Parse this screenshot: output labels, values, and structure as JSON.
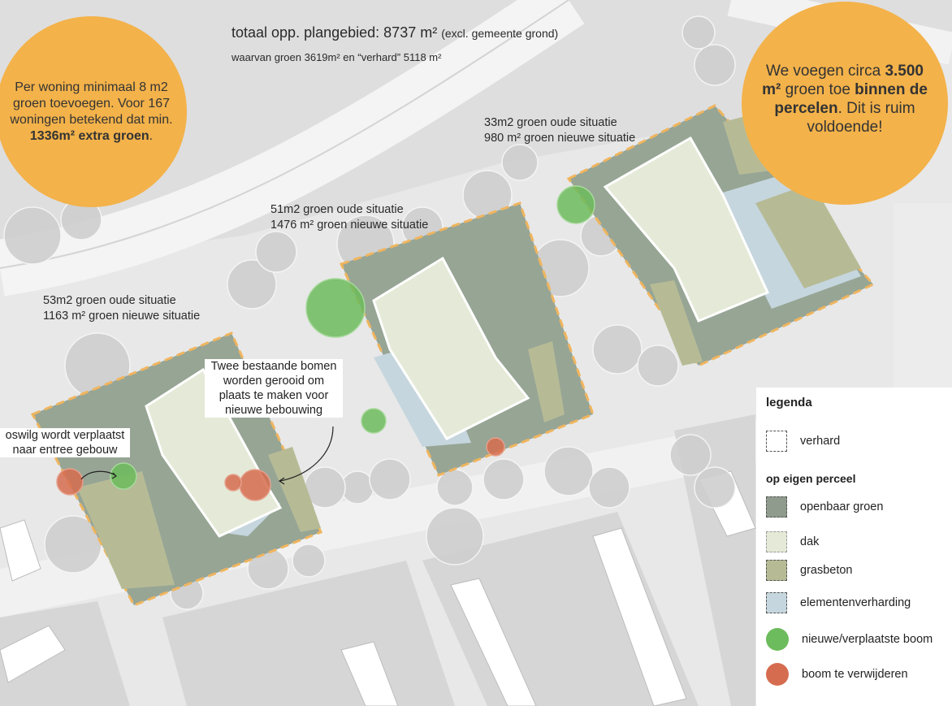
{
  "map": {
    "title_label": "totaal opp. plangebied:",
    "title_value": "8737 m²",
    "title_note": "(excl. gemeente grond)",
    "subtitle": "waarvan groen 3619m² en “verhard” 5118 m²"
  },
  "circle_left": {
    "line1": "Per woning minimaal 8 m2",
    "line2": "groen toevoegen. Voor 167",
    "line3": "woningen betekend dat min.",
    "line4_bold": "1336m² extra groen",
    "line4_end": "."
  },
  "circle_right": {
    "part1": "We voegen circa ",
    "bold1": "3.500",
    "part2": "m²",
    "part3": " groen toe ",
    "bold2": "binnen de percelen",
    "part4": ". Dit is ruim voldoende!"
  },
  "plots": [
    {
      "old": "53m2 groen oude situatie",
      "new": "1163 m² groen nieuwe situatie"
    },
    {
      "old": "51m2 groen oude situatie",
      "new": "1476 m² groen nieuwe situatie"
    },
    {
      "old": "33m2 groen oude situatie",
      "new": "980 m² groen nieuwe situatie"
    }
  ],
  "callouts": {
    "trees": [
      "Twee bestaande bomen",
      "worden gerooid om",
      "plaats te maken voor",
      "nieuwe bebouwing"
    ],
    "wilg": [
      "oswilg wordt verplaatst",
      "naar entree gebouw"
    ]
  },
  "legend": {
    "title": "legenda",
    "section": "op eigen perceel",
    "items": [
      {
        "label": "verhard",
        "color": "#ffffff"
      },
      {
        "label": "openbaar groen",
        "color": "#8f9b8d"
      },
      {
        "label": "dak",
        "color": "#e4ead7"
      },
      {
        "label": "grasbeton",
        "color": "#b6bb96"
      },
      {
        "label": "elementenverharding",
        "color": "#c6d6de"
      },
      {
        "label": "nieuwe/verplaatste boom",
        "color": "#6cbb5c"
      },
      {
        "label": "boom te verwijderen",
        "color": "#d66c4f"
      }
    ]
  },
  "colors": {
    "accent_orange": "#f3b24a",
    "boundary": "#f0b55e",
    "map_bg": "#e9e9e9",
    "plot_green": "#97a595",
    "roof": "#e4ead7"
  }
}
